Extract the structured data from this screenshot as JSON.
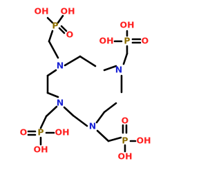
{
  "molecule": {
    "colors": {
      "bond": "#000000",
      "N": "#1a24d6",
      "P": "#8e6f00",
      "O": "#ff1e1e"
    },
    "atoms": {
      "n_top_left": "N",
      "n_top_right": "N",
      "n_bottom_left": "N",
      "n_bottom_right": "N",
      "p_1": "P",
      "p_2": "P",
      "p_3": "P",
      "p_4": "P",
      "o_1": "O",
      "o_2": "O",
      "o_3": "O",
      "o_4": "O",
      "oh_1a": "OH",
      "oh_1b": "OH",
      "oh_2a": "OH",
      "oh_2b": "OH",
      "oh_3a": "OH",
      "oh_3b": "OH",
      "oh_4a": "OH",
      "oh_4b": "OH"
    }
  }
}
